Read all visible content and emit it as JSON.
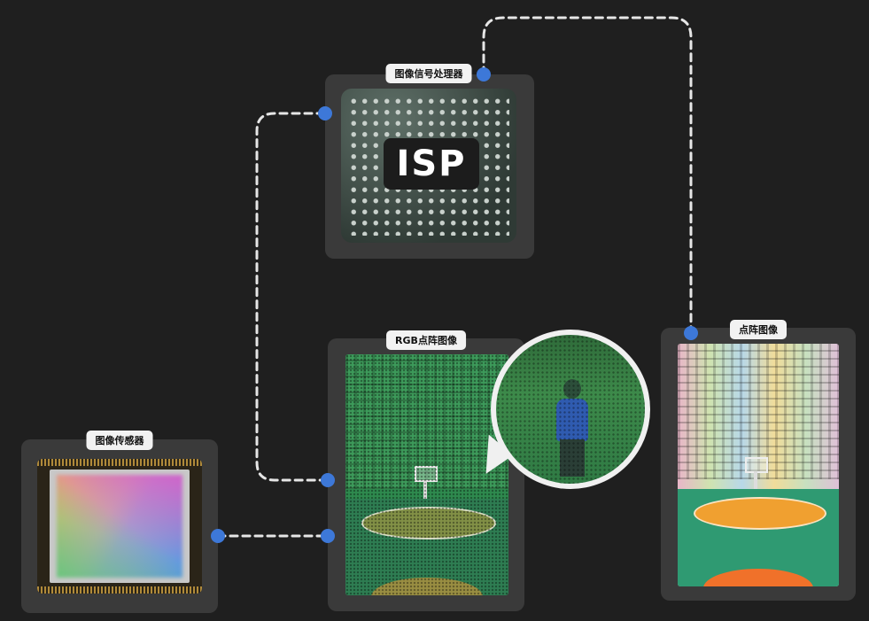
{
  "nodes": {
    "isp": {
      "label": "图像信号处理器",
      "chip_text": "ISP"
    },
    "sensor": {
      "label": "图像传感器"
    },
    "rgb_dot_image": {
      "label": "RGB点阵图像"
    },
    "dot_image": {
      "label": "点阵图像"
    }
  },
  "connections": [
    {
      "from": "sensor",
      "to": "rgb_dot_image"
    },
    {
      "from": "rgb_dot_image",
      "to": "isp"
    },
    {
      "from": "isp",
      "to": "dot_image"
    }
  ],
  "colors": {
    "background": "#1f1f1f",
    "panel": "#3a3a3a",
    "connector_dot": "#3d78d8",
    "wire": "#e6e6e6",
    "rgb_tint": "#2f8a4a",
    "court_orange": "#f0712a",
    "court_green": "#2f9a72"
  }
}
